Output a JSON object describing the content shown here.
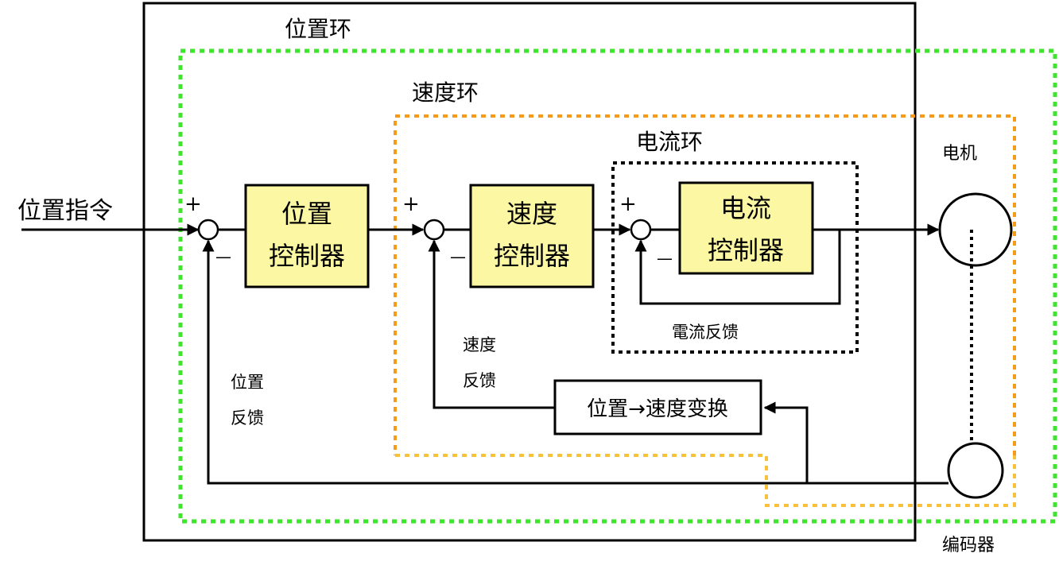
{
  "labels": {
    "position_loop": "位置环",
    "speed_loop": "速度环",
    "current_loop": "电流环",
    "position_command": "位置指令",
    "motor": "电机",
    "encoder": "编码器",
    "position_feedback_line1": "位置",
    "position_feedback_line2": "反馈",
    "speed_feedback_line1": "速度",
    "speed_feedback_line2": "反馈",
    "current_feedback": "電流反馈"
  },
  "blocks": {
    "position_controller": {
      "line1": "位置",
      "line2": "控制器"
    },
    "speed_controller": {
      "line1": "速度",
      "line2": "控制器"
    },
    "current_controller": {
      "line1": "电流",
      "line2": "控制器"
    },
    "position_to_speed": "位置→速度变换"
  },
  "signs": {
    "plus": "+",
    "minus": "—"
  },
  "colors": {
    "position_loop_border": "#3ee62b",
    "speed_loop_border": "#f59b1a",
    "speed_loop_border_lower": "#f6c23c",
    "current_loop_border": "#000000",
    "controller_fill": "#fbf7a3",
    "wire": "#000000"
  }
}
